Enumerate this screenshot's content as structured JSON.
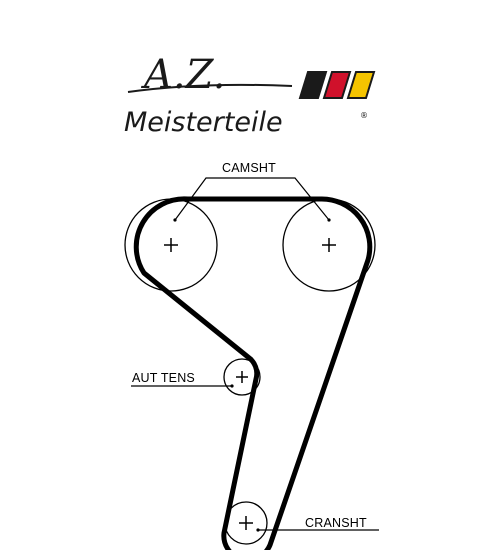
{
  "logo": {
    "script_text": "A.Z.",
    "wordmark": "Meisterteile",
    "registered_mark": "®",
    "flag_colors": [
      "#1a1a1a",
      "#d0112b",
      "#f5c400"
    ]
  },
  "labels": {
    "camshaft": "CAMSHT",
    "tensioner": "AUT TENS",
    "crankshaft": "CRANSHT"
  },
  "colors": {
    "line": "#000000",
    "background": "#ffffff"
  }
}
